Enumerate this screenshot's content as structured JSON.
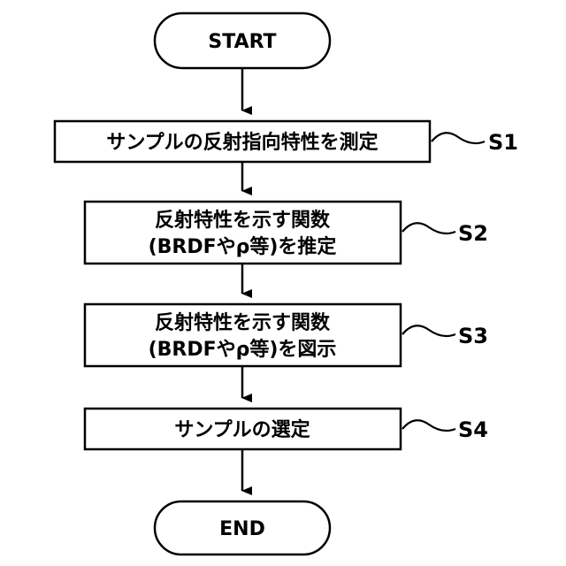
{
  "flowchart": {
    "start": {
      "label": "START"
    },
    "steps": [
      {
        "id": "S1",
        "lines": [
          "サンプルの反射指向特性を測定"
        ]
      },
      {
        "id": "S2",
        "lines": [
          "反射特性を示す関数",
          "(BRDFやρ等)を推定"
        ]
      },
      {
        "id": "S3",
        "lines": [
          "反射特性を示す関数",
          "(BRDFやρ等)を図示"
        ]
      },
      {
        "id": "S4",
        "lines": [
          "サンプルの選定"
        ]
      }
    ],
    "end": {
      "label": "END"
    }
  }
}
